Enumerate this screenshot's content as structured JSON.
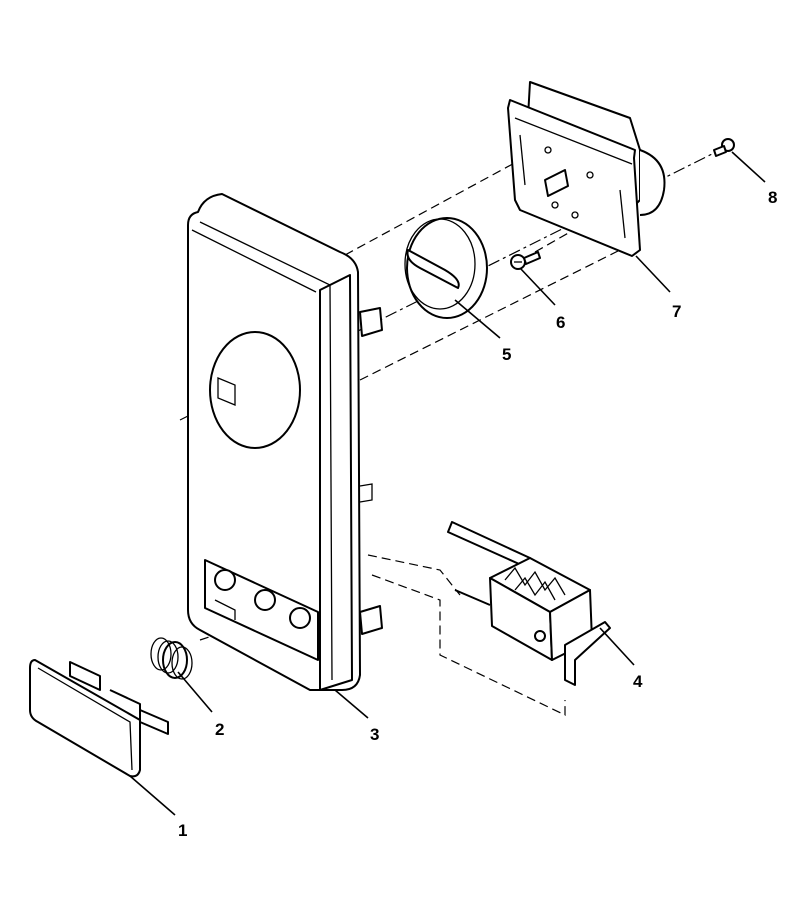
{
  "callouts": {
    "p1": "1",
    "p2": "2",
    "p3": "3",
    "p4": "4",
    "p5": "5",
    "p6": "6",
    "p7": "7",
    "p8": "8"
  }
}
